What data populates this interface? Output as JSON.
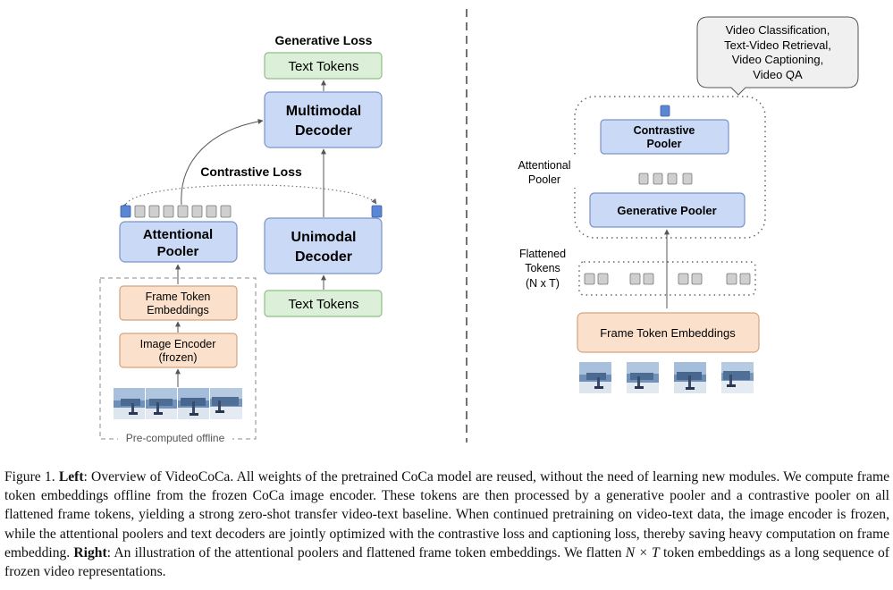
{
  "left": {
    "generative_loss": "Generative Loss",
    "text_tokens_top": "Text Tokens",
    "multimodal_decoder": [
      "Multimodal",
      "Decoder"
    ],
    "contrastive_loss": "Contrastive Loss",
    "attentional_pooler": [
      "Attentional",
      "Pooler"
    ],
    "unimodal_decoder": [
      "Unimodal",
      "Decoder"
    ],
    "text_tokens_bottom": "Text Tokens",
    "frame_token_embeddings": [
      "Frame Token",
      "Embeddings"
    ],
    "image_encoder": [
      "Image Encoder",
      "(frozen)"
    ],
    "precomputed": "Pre-computed offline"
  },
  "right": {
    "tasks": [
      "Video Classification,",
      "Text-Video Retrieval,",
      "Video Captioning,",
      "Video QA"
    ],
    "contrastive_pooler": [
      "Contrastive",
      "Pooler"
    ],
    "attentional_pooler_label": [
      "Attentional",
      "Pooler"
    ],
    "generative_pooler": "Generative Pooler",
    "flattened_tokens": [
      "Flattened",
      "Tokens",
      "(N x T)"
    ],
    "frame_token_embeddings": "Frame Token Embeddings"
  },
  "colors": {
    "green_fill": "#dcefd9",
    "green_stroke": "#8fbf86",
    "blue_fill": "#cad9f5",
    "blue_stroke": "#7b93c6",
    "peach_fill": "#fbe1cc",
    "peach_stroke": "#d3a37f",
    "token_gray": "#cfcfcf",
    "token_blue": "#5b86d6"
  },
  "caption": {
    "label": "Figure 1.",
    "left_head": "Left",
    "left_text": ": Overview of VideoCoCa. All weights of the pretrained CoCa model are reused, without the need of learning new modules. We compute frame token embeddings offline from the frozen CoCa image encoder. These tokens are then processed by a generative pooler and a contrastive pooler on all flattened frame tokens, yielding a strong zero-shot transfer video-text baseline. When continued pretraining on video-text data, the image encoder is frozen, while the attentional poolers and text decoders are jointly optimized with the contrastive loss and captioning loss, thereby saving heavy computation on frame embedding.",
    "right_head": "Right",
    "right_text_1": ": An illustration of the attentional poolers and flattened frame token embeddings. We flatten",
    "math": "N × T",
    "right_text_2": "token embeddings as a long sequence of frozen video representations."
  }
}
